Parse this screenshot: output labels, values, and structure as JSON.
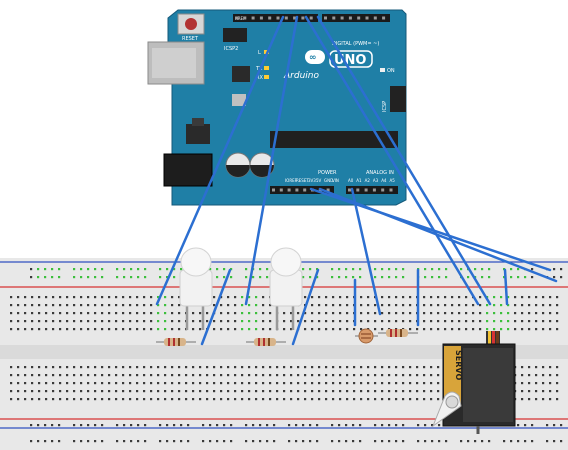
{
  "arduino": {
    "reset_label": "RESET",
    "icsp2_label": "ICSP2",
    "digital_label": "DIGITAL (PWM= ~)",
    "brand_label": "Arduino",
    "model_label": "UNO",
    "on_label": "ON",
    "tx_label": "TX",
    "rx_label": "RX",
    "l_label": "L",
    "icsp_label": "ICSP",
    "power_label": "POWER",
    "analog_label": "ANALOG IN",
    "aref_label": "AREF",
    "gnd_label": "GND",
    "ioref_label": "IOREF",
    "reset2_label": "RESET",
    "v33_label": "3V3",
    "v5_label": "5V",
    "vin_label": "VIN",
    "a_pins": [
      "A0",
      "A1",
      "A2",
      "A3",
      "A4",
      "A5"
    ]
  },
  "servo": {
    "label": "SERVO"
  },
  "colors": {
    "board": "#1f7fa6",
    "board_dark": "#17658a",
    "wire": "#2c6fd1",
    "breadboard": "#e9e9e9",
    "rail_red": "#d63333",
    "rail_blue": "#3050c0",
    "hole": "#3a3a3a",
    "hole_green": "#3cbf3c"
  }
}
